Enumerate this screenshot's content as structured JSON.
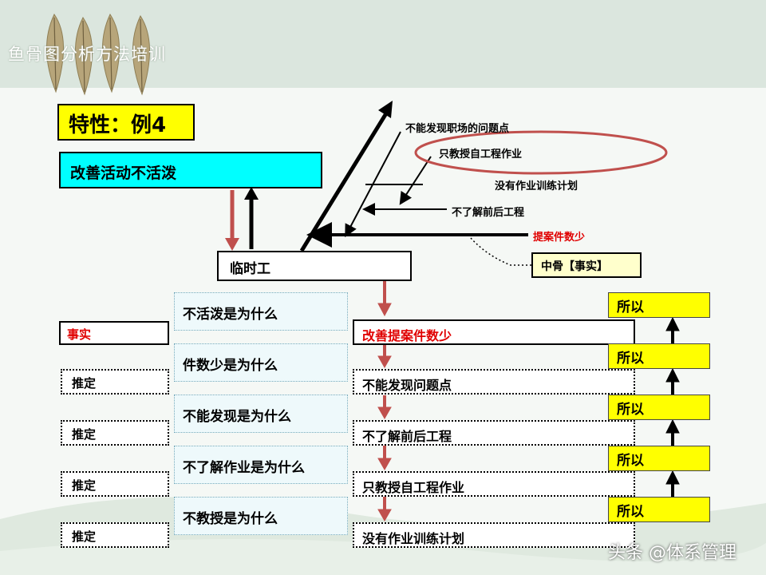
{
  "title": "鱼骨图分析方法培训",
  "heading": "特性：例4",
  "effect": "改善活动不活泼",
  "temp_worker": "临时工",
  "bone_labels": [
    "不能发现职场的问题点",
    "只教授自工程作业",
    "没有作业训练计划",
    "不了解前后工程",
    "提案件数少"
  ],
  "middle_bone": "中骨【事实】",
  "left_labels": {
    "fact": "事实",
    "infer": [
      "推定",
      "推定",
      "推定",
      "推定"
    ]
  },
  "questions": [
    "不活泼是为什么",
    "件数少是为什么",
    "不能发现是为什么",
    "不了解作业是为什么",
    "不教授是为什么"
  ],
  "chain": [
    "改善提案件数少",
    "不能发现问题点",
    "不了解前后工程",
    "只教授自工程作业",
    "没有作业训练计划"
  ],
  "therefore": [
    "所以",
    "所以",
    "所以",
    "所以",
    "所以"
  ],
  "watermark": "头条 @体系管理",
  "colors": {
    "heading_bg": "#ffff00",
    "effect_bg": "#00ffff",
    "red_arrow": "#c0504d",
    "fact_text": "#e00000",
    "oval": "#c0504d"
  }
}
